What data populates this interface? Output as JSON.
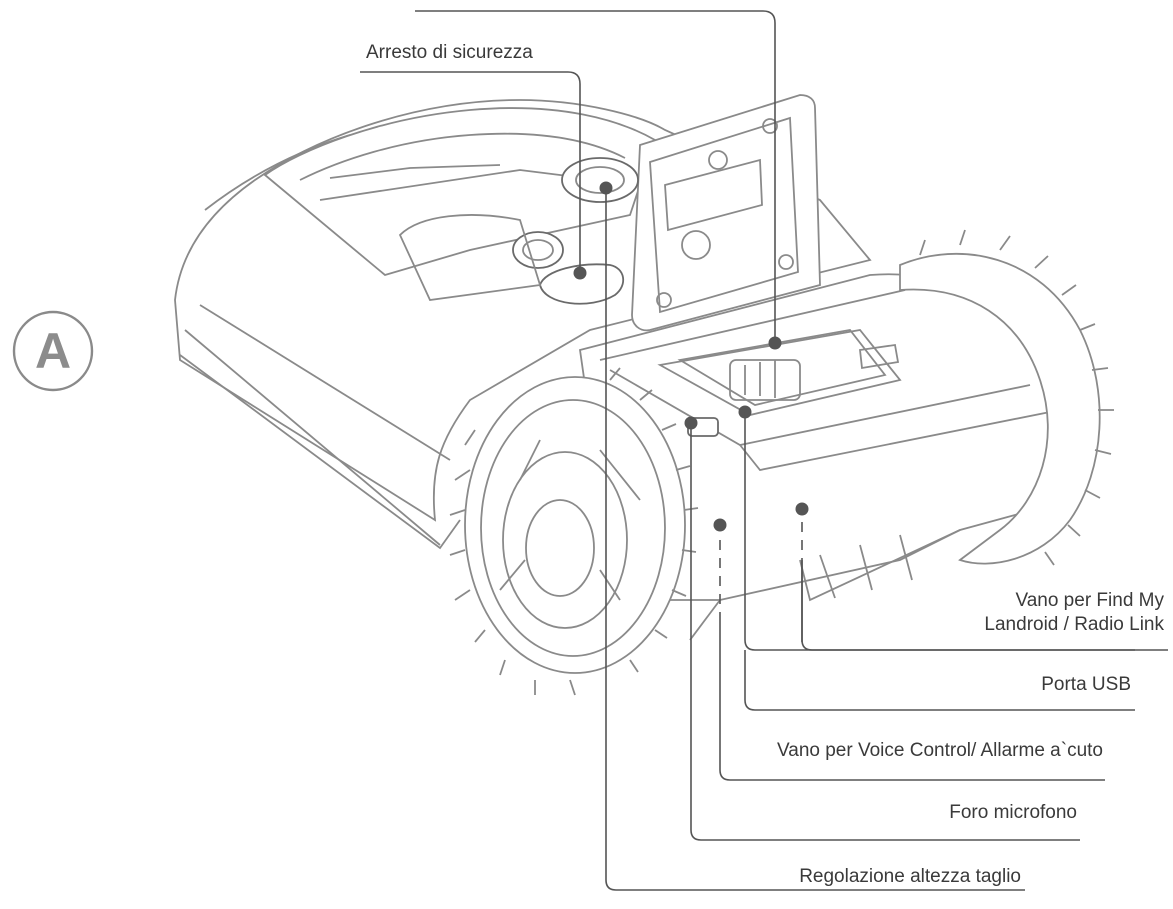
{
  "figure": {
    "badge": "A",
    "labels": {
      "safety_stop": "Arresto di sicurezza",
      "find_my_line1": "Vano per Find My",
      "find_my_line2": "Landroid / Radio Link",
      "usb_port": "Porta USB",
      "voice_control": "Vano per Voice Control/ Allarme a`cuto",
      "microphone": "Foro microfono",
      "cut_height": "Regolazione altezza taglio"
    }
  }
}
